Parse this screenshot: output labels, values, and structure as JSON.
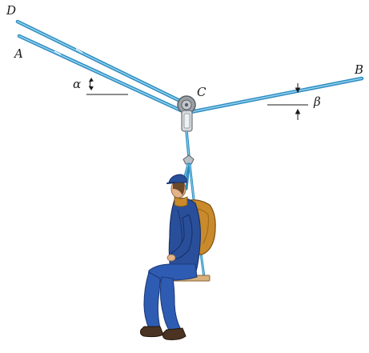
{
  "labels": {
    "point_d": "D",
    "point_a": "A",
    "point_c": "C",
    "point_b": "B",
    "angle_alpha": "α",
    "angle_beta": "β"
  },
  "colors": {
    "cable": "#5fb6e0",
    "cable_dark": "#2d8cc0",
    "pulley": "#8a8f94",
    "jacket": "#2a4f9a",
    "pants": "#2f5cb3",
    "backpack": "#c98a2b",
    "skin": "#e3b48a",
    "seat": "#d9b07a",
    "boots": "#4a3322"
  }
}
